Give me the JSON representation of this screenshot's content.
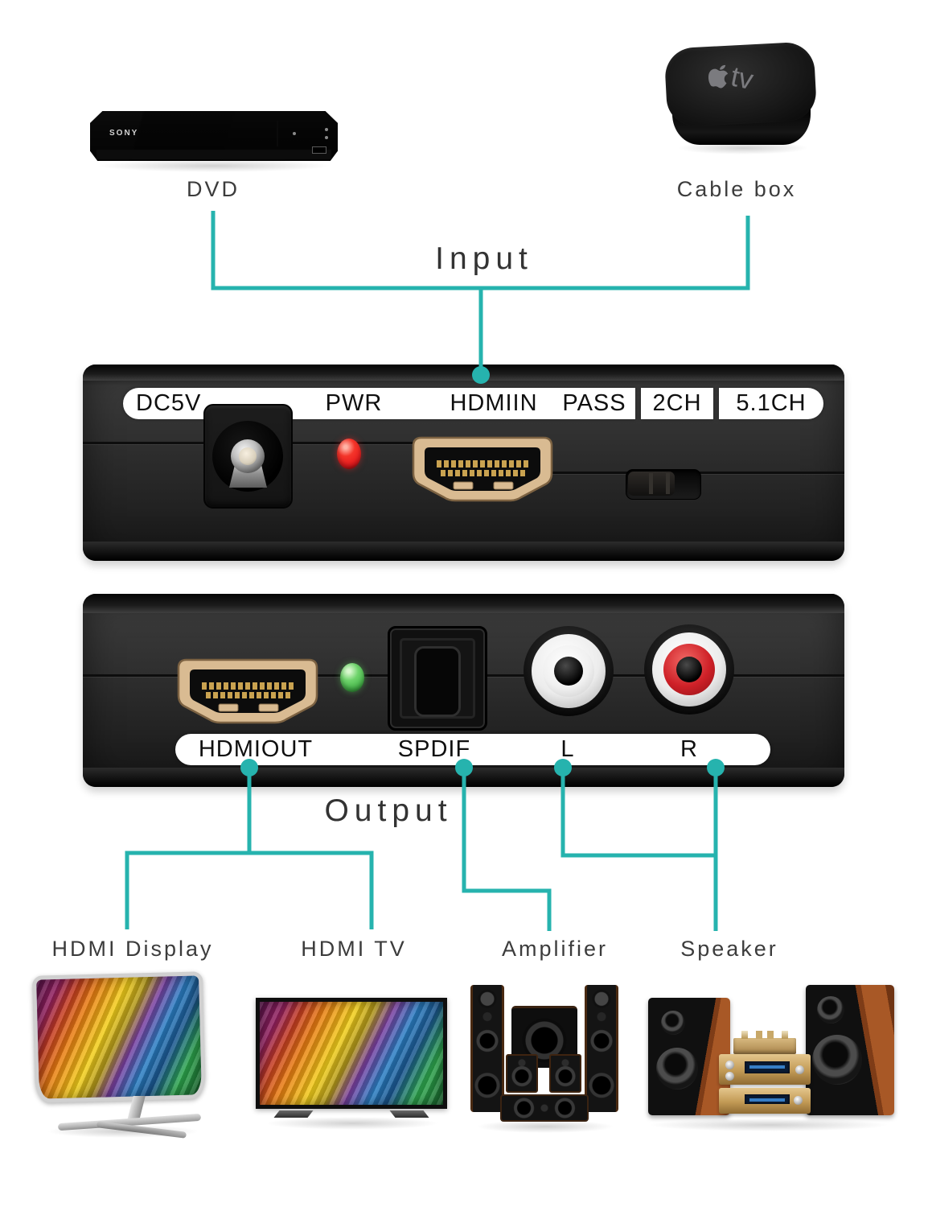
{
  "sources": {
    "dvd": {
      "label": "DVD",
      "brand": "SONY"
    },
    "cable_box": {
      "label": "Cable box",
      "logo_text": "tv"
    }
  },
  "sections": {
    "input": "Input",
    "output": "Output"
  },
  "input_panel": {
    "port_labels": {
      "dc5v": "DC5V",
      "pwr": "PWR",
      "hdmi_in": "HDMIIN",
      "pass": "PASS",
      "ch2": "2CH",
      "ch51": "5.1CH"
    }
  },
  "output_panel": {
    "port_labels": {
      "hdmi_out": "HDMIOUT",
      "spdif": "SPDIF",
      "left": "L",
      "right": "R"
    }
  },
  "destinations": {
    "hdmi_display": "HDMI Display",
    "hdmi_tv": "HDMI TV",
    "amplifier": "Amplifier",
    "speaker": "Speaker"
  },
  "colors": {
    "accent": "#26b3ae",
    "led_power": "#e8191d",
    "led_output": "#45b649",
    "hdmi_shell": "#d9bb92",
    "rca_left": "#f2f2f2",
    "rca_right": "#cf2128"
  }
}
